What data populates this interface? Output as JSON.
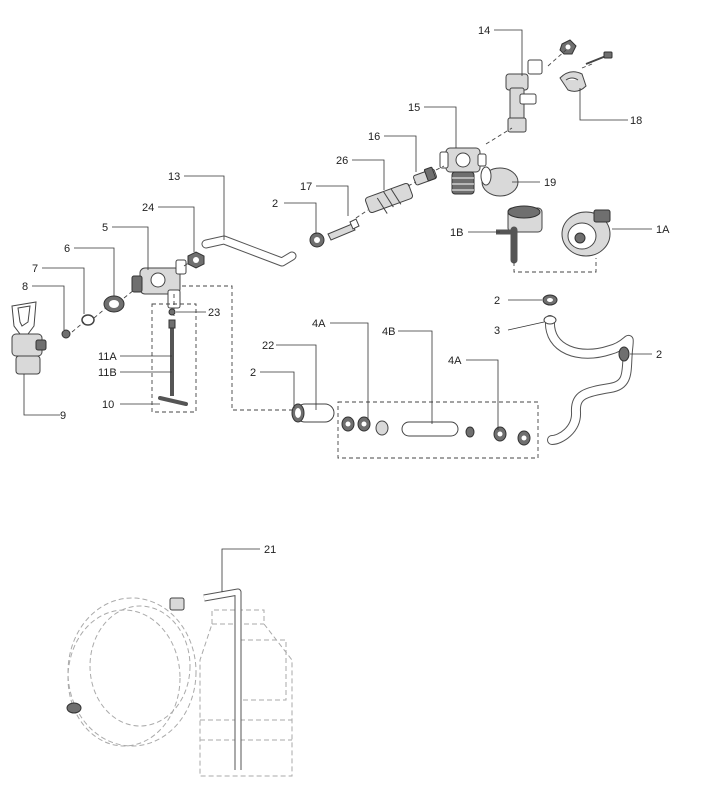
{
  "callouts": {
    "c14": "14",
    "c15": "15",
    "c16": "16",
    "c26": "26",
    "c17": "17",
    "c13": "13",
    "c24": "24",
    "c5": "5",
    "c6": "6",
    "c7": "7",
    "c8": "8",
    "c9": "9",
    "c2_a": "2",
    "c23": "23",
    "c11a": "11A",
    "c11b": "11B",
    "c10": "10",
    "c22": "22",
    "c2_b": "2",
    "c4a_a": "4A",
    "c4b": "4B",
    "c4a_b": "4A",
    "c18": "18",
    "c19": "19",
    "c1b": "1B",
    "c1a": "1A",
    "c2_c": "2",
    "c3": "3",
    "c2_d": "2",
    "c21": "21"
  }
}
